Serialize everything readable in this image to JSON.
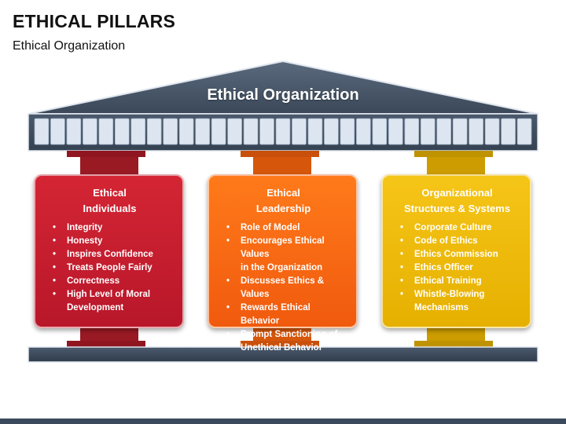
{
  "header": {
    "title": "ETHICAL PILLARS",
    "subtitle": "Ethical Organization"
  },
  "roof": {
    "label": "Ethical Organization"
  },
  "colors": {
    "roof": "#3d4b5e",
    "red": "#c41f2f",
    "orange": "#f26a12",
    "yellow": "#eebb0c"
  },
  "pillars": [
    {
      "title_lines": [
        "Ethical",
        "Individuals"
      ],
      "bullets": [
        "Integrity",
        "Honesty",
        "Inspires Confidence",
        "Treats People Fairly",
        "Correctness",
        "High Level of Moral",
        "Development"
      ]
    },
    {
      "title_lines": [
        "Ethical",
        "Leadership"
      ],
      "bullets": [
        "Role of Model",
        "Encourages Ethical Values",
        "in the Organization",
        "Discusses Ethics & Values",
        "Rewards Ethical Behavior",
        "Prompt Sanctioning of",
        "Unethical Behavior"
      ]
    },
    {
      "title_lines": [
        "Organizational",
        "Structures & Systems"
      ],
      "bullets": [
        "Corporate Culture",
        "Code of Ethics",
        "Ethics Commission",
        "Ethics Officer",
        "Ethical Training",
        "Whistle-Blowing",
        "Mechanisms"
      ]
    }
  ]
}
